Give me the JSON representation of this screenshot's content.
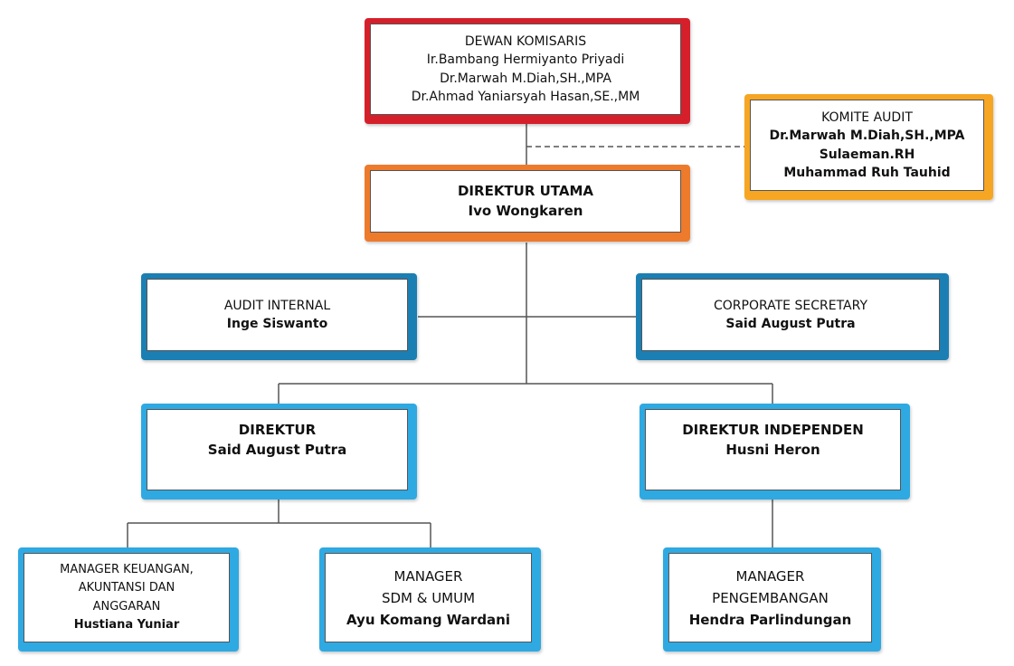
{
  "org_chart": {
    "dewan_komisaris": {
      "title": "DEWAN KOMISARIS",
      "members": [
        "Ir.Bambang Hermiyanto Priyadi",
        "Dr.Marwah M.Diah,SH.,MPA",
        "Dr.Ahmad Yaniarsyah Hasan,SE.,MM"
      ]
    },
    "komite_audit": {
      "title": "KOMITE AUDIT",
      "members": [
        "Dr.Marwah M.Diah,SH.,MPA",
        "Sulaeman.RH",
        "Muhammad Ruh Tauhid"
      ]
    },
    "direktur_utama": {
      "title": "DIREKTUR UTAMA",
      "name": "Ivo Wongkaren"
    },
    "audit_internal": {
      "title": "AUDIT INTERNAL",
      "name": "Inge Siswanto"
    },
    "corporate_secretary": {
      "title": "CORPORATE SECRETARY",
      "name": "Said August Putra"
    },
    "direktur": {
      "title": "DIREKTUR",
      "name": "Said August Putra"
    },
    "direktur_independen": {
      "title": "DIREKTUR INDEPENDEN",
      "name": "Husni Heron"
    },
    "manager_keuangan": {
      "title_lines": [
        "MANAGER KEUANGAN,",
        "AKUNTANSI DAN",
        "ANGGARAN"
      ],
      "name": "Hustiana Yuniar"
    },
    "manager_sdm": {
      "title_lines": [
        "MANAGER",
        "SDM & UMUM"
      ],
      "name": "Ayu Komang Wardani"
    },
    "manager_pengembangan": {
      "title_lines": [
        "MANAGER",
        "PENGEMBANGAN"
      ],
      "name": "Hendra Parlindungan"
    }
  },
  "colors": {
    "dewan_komisaris": "#d5202b",
    "direktur_utama": "#ee7a2c",
    "komite_audit": "#f6a623",
    "audit_corporate": "#1b7fb3",
    "direktur_manager": "#2fa9e2",
    "connector": "#555555"
  }
}
